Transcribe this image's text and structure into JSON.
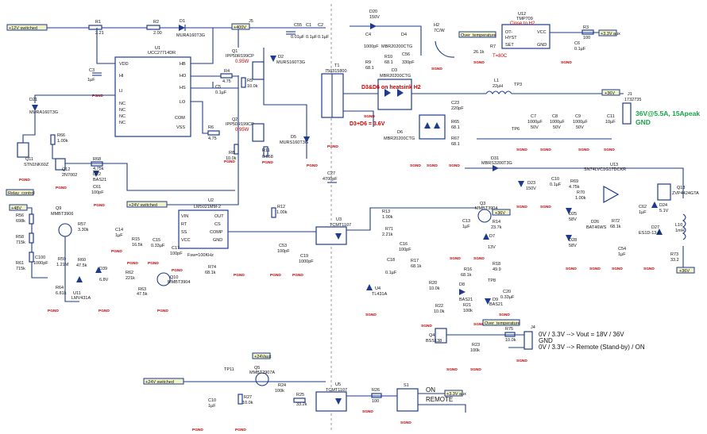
{
  "nets": {
    "v12_switched": "+12V switched",
    "v400": "+400V",
    "v24_switched": "+24V switched",
    "v24_switched_b": "+24V switched",
    "v48": "+48V",
    "v36_a": "+36V",
    "v36_b": "+36V",
    "v36_c": "+36V",
    "v3v3_a": "+3.3V aux",
    "v3v3_b": "+3.3V aux",
    "v24_aux": "+24Vaux",
    "relay_control": "Relay_control",
    "over_temp_a": "Over_temperature",
    "over_temp_b": "Over_temperature",
    "pgnd": "PGND",
    "sgnd": "SGND"
  },
  "components": {
    "R1": {
      "ref": "R1",
      "val": "2.21"
    },
    "R2": {
      "ref": "R2",
      "val": "2.00"
    },
    "D1": {
      "ref": "D1",
      "val": "MURA160T3G"
    },
    "U1": {
      "ref": "U1",
      "val": "UCC27714DR"
    },
    "C3": {
      "ref": "C3",
      "val": "1µF"
    },
    "R4": {
      "ref": "R4",
      "val": "4.75"
    },
    "C5": {
      "ref": "C5",
      "val": "0.1µF"
    },
    "R5": {
      "ref": "R5",
      "val": "10.0k"
    },
    "R6": {
      "ref": "R6",
      "val": "4.75"
    },
    "Q1": {
      "ref": "Q1",
      "val": "IPP50R199CP",
      "note": "0.95W"
    },
    "Q2": {
      "ref": "Q2",
      "val": "IPP50R199CP",
      "note": "0.95W"
    },
    "D2": {
      "ref": "D2",
      "val": "MURS160T3G"
    },
    "D5": {
      "ref": "D5",
      "val": "MURS160T3G"
    },
    "R8": {
      "ref": "R8",
      "val": "10.0k"
    },
    "R11": {
      "ref": "R11",
      "val": "0.068"
    },
    "J5": {
      "ref": "J5"
    },
    "C55": {
      "ref": "C55",
      "val": "0.01µF"
    },
    "C1": {
      "ref": "C1",
      "val": "0.1µF"
    },
    "C2": {
      "ref": "C2",
      "val": "0.1µF"
    },
    "T1": {
      "ref": "T1",
      "val": "750315800"
    },
    "C27": {
      "ref": "C27",
      "val": "4700pF"
    },
    "D21": {
      "ref": "D21",
      "val": "MURA160T3G"
    },
    "R66": {
      "ref": "R66",
      "val": "1.00k"
    },
    "Q11": {
      "ref": "Q11",
      "val": "STN1NK60Z"
    },
    "Q12": {
      "ref": "Q12",
      "val": "2N7002"
    },
    "R68": {
      "ref": "R68",
      "val": "4.75k"
    },
    "D22": {
      "ref": "D22",
      "val": "BAS21"
    },
    "C61": {
      "ref": "C61",
      "val": "100pF"
    },
    "D20": {
      "ref": "D20",
      "val": "150V"
    },
    "C4": {
      "ref": "C4",
      "val": "1000pF"
    },
    "R9": {
      "ref": "R9",
      "val": "68.1"
    },
    "D4": {
      "ref": "D4",
      "val": "MBR20200CTG"
    },
    "R10": {
      "ref": "R10",
      "val": "68.1"
    },
    "C56": {
      "ref": "C56",
      "val": "330pF"
    },
    "D3": {
      "ref": "D3",
      "val": "MBR20200CTG"
    },
    "D6": {
      "ref": "D6",
      "val": "MBR20200CTG"
    },
    "H2": {
      "ref": "H2",
      "val": "7C/W"
    },
    "C23": {
      "ref": "C23",
      "val": "220pF"
    },
    "R65": {
      "ref": "R65",
      "val": "68.1"
    },
    "R67": {
      "ref": "R67",
      "val": "68.1"
    },
    "L1": {
      "ref": "L1",
      "val": "22µH"
    },
    "TP3": {
      "ref": "TP3"
    },
    "TP6": {
      "ref": "TP6"
    },
    "C7": {
      "ref": "C7",
      "val": "1000µF",
      "v": "50V"
    },
    "C8": {
      "ref": "C8",
      "val": "1000µF",
      "v": "50V"
    },
    "C9": {
      "ref": "C9",
      "val": "1000µF",
      "v": "50V"
    },
    "C11": {
      "ref": "C11",
      "val": "10µF"
    },
    "J1": {
      "ref": "J1",
      "val": "1732735"
    },
    "U12": {
      "ref": "U12",
      "val": "TMP709"
    },
    "R7": {
      "ref": "R7",
      "val": "26.1k"
    },
    "R3": {
      "ref": "R3",
      "val": "100"
    },
    "C6": {
      "ref": "C6",
      "val": "0.1µF"
    },
    "D31": {
      "ref": "D31",
      "val": "MBRS3200T3G"
    },
    "D23": {
      "ref": "D23",
      "val": "150V"
    },
    "C10": {
      "ref": "C10",
      "val": "0.1µF"
    },
    "R69": {
      "ref": "R69",
      "val": "4.75k"
    },
    "U13": {
      "ref": "U13",
      "val": "SN74LVC1G17DCKR"
    },
    "Q13": {
      "ref": "Q13",
      "val": "ZVP4424GTA"
    },
    "R70": {
      "ref": "R70",
      "val": "1.00k"
    },
    "D25": {
      "ref": "D25",
      "val": "58V"
    },
    "D26": {
      "ref": "D26",
      "val": "BAT46WS"
    },
    "D28": {
      "ref": "D28",
      "val": "58V"
    },
    "R72": {
      "ref": "R72",
      "val": "68.1k"
    },
    "C62": {
      "ref": "C62",
      "val": "1µF"
    },
    "D24": {
      "ref": "D24",
      "val": "5.1V"
    },
    "C54": {
      "ref": "C54",
      "val": "1µF"
    },
    "L10": {
      "ref": "L10",
      "val": "1mH"
    },
    "D27": {
      "ref": "D27",
      "val": "ES1D-13-F"
    },
    "R73": {
      "ref": "R73",
      "val": "33.2"
    },
    "R56": {
      "ref": "R56",
      "val": "698k"
    },
    "R58": {
      "ref": "R58",
      "val": "715k"
    },
    "R61": {
      "ref": "R61",
      "val": "715k"
    },
    "C100": {
      "ref": "C100",
      "val": "1000pF"
    },
    "R59": {
      "ref": "R59",
      "val": "1.21M"
    },
    "Q9": {
      "ref": "Q9",
      "val": "MMBT3906"
    },
    "R57": {
      "ref": "R57",
      "val": "3.30k"
    },
    "R60": {
      "ref": "R60",
      "val": "47.5k"
    },
    "R64": {
      "ref": "R64",
      "val": "6.81k"
    },
    "U11": {
      "ref": "U11",
      "val": "LMV431A"
    },
    "C14": {
      "ref": "C14",
      "val": "1µF"
    },
    "D39": {
      "ref": "D39",
      "val": "6.8V"
    },
    "R62": {
      "ref": "R62",
      "val": "221k"
    },
    "R63": {
      "ref": "R63",
      "val": "47.5k"
    },
    "Q10": {
      "ref": "Q10",
      "val": "MMBT3904"
    },
    "R15": {
      "ref": "R15",
      "val": "16.5k"
    },
    "C15": {
      "ref": "C15",
      "val": "0.33µF"
    },
    "C17": {
      "ref": "C17",
      "val": "100pF"
    },
    "U2": {
      "ref": "U2",
      "val": "LM5021MM-2",
      "note": "Fsw=100KHz"
    },
    "R74": {
      "ref": "R74",
      "val": "68.1k"
    },
    "R12": {
      "ref": "R12",
      "val": "1.00k"
    },
    "C53": {
      "ref": "C53",
      "val": "100pF"
    },
    "C19": {
      "ref": "C19",
      "val": "1000pF"
    },
    "U3": {
      "ref": "U3",
      "val": "TCMT1107"
    },
    "R13": {
      "ref": "R13",
      "val": "1.00k"
    },
    "R71": {
      "ref": "R71",
      "val": "2.21k"
    },
    "C16": {
      "ref": "C16",
      "val": "100pF"
    },
    "C18": {
      "ref": "C18",
      "val": "0.1µF"
    },
    "R17": {
      "ref": "R17",
      "val": "68.1k"
    },
    "U4": {
      "ref": "U4",
      "val": "TL431A"
    },
    "R20": {
      "ref": "R20",
      "val": "10.0k"
    },
    "R22": {
      "ref": "R22",
      "val": "10.0k"
    },
    "C13": {
      "ref": "C13",
      "val": "1µF"
    },
    "Q3": {
      "ref": "Q3",
      "val": "MMBT3904"
    },
    "R14": {
      "ref": "R14",
      "val": "23.7k"
    },
    "D7": {
      "ref": "D7",
      "val": "13V"
    },
    "R18": {
      "ref": "R18",
      "val": "49.9"
    },
    "R16": {
      "ref": "R16",
      "val": "68.1k"
    },
    "TP8": {
      "ref": "TP8"
    },
    "D8": {
      "ref": "D8",
      "val": "BAS21"
    },
    "D9": {
      "ref": "D9",
      "val": "BAS21"
    },
    "C20": {
      "ref": "C20",
      "val": "0.33µF"
    },
    "R21": {
      "ref": "R21",
      "val": "100k"
    },
    "Q4": {
      "ref": "Q4",
      "val": "BSS138"
    },
    "R23": {
      "ref": "R23",
      "val": "100k"
    },
    "R75": {
      "ref": "R75",
      "val": "10.0k"
    },
    "J4": {
      "ref": "J4"
    },
    "TP11": {
      "ref": "TP11"
    },
    "C10b": {
      "ref": "C10",
      "val": "1µF"
    },
    "R27": {
      "ref": "R27",
      "val": "10.0k"
    },
    "Q5": {
      "ref": "Q5",
      "val": "MMBT2907A"
    },
    "R24": {
      "ref": "R24",
      "val": "100k"
    },
    "R25": {
      "ref": "R25",
      "val": "33.2k"
    },
    "U5": {
      "ref": "U5",
      "val": "TCMT1107"
    },
    "R26": {
      "ref": "R26",
      "val": "100"
    },
    "S1": {
      "ref": "S1"
    }
  },
  "notes": {
    "close_to_h2": "Close to H2",
    "t80": "T=80C",
    "heatsink": "D3&D6 on heatsink H2",
    "vf": "D3+D6 = 3.6V",
    "output": "36V@5.5A, 15Apeak",
    "gnd": "GND",
    "j4_line1": "0V / 3.3V --> Vout = 18V / 36V",
    "j4_line2": "GND",
    "j4_line3": "0V / 3.3V --> Remote (Stand-by) / ON",
    "on": "ON",
    "remote": "REMOTE"
  },
  "pins": {
    "u1_left": [
      "VDD",
      "HI",
      "LI",
      "NC",
      "NC",
      "NC",
      "NC"
    ],
    "u1_right": [
      "HB",
      "HO",
      "HS",
      "LO",
      "COM",
      "VSS"
    ],
    "u2_left": [
      "VIN",
      "RT",
      "SS",
      "VCC"
    ],
    "u2_right": [
      "OUT",
      "CS",
      "COMP",
      "GND"
    ],
    "u12": [
      "OT-",
      "HYST",
      "SET",
      "VCC",
      "GND"
    ]
  }
}
